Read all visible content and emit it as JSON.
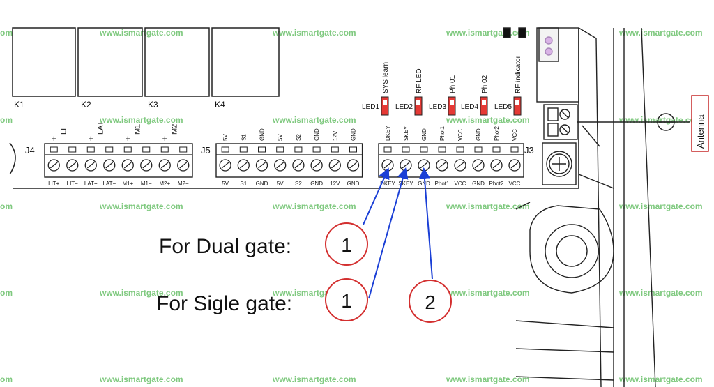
{
  "watermark": "www.ismartgate.com",
  "watermark_partial_left": "om",
  "relays": [
    "K1",
    "K2",
    "K3",
    "K4"
  ],
  "j4": {
    "label": "J4",
    "top_signs": [
      "+",
      "–",
      "+",
      "–",
      "+",
      "–",
      "+",
      "–"
    ],
    "top_names": [
      "LIT",
      "LAT",
      "M1",
      "M2"
    ],
    "bottom": [
      "LIT+",
      "LIT−",
      "LAT+",
      "LAT−",
      "M1+",
      "M1−",
      "M2+",
      "M2−"
    ]
  },
  "j5": {
    "label": "J5",
    "top": [
      "5V",
      "S1",
      "GND",
      "5V",
      "S2",
      "GND",
      "12V",
      "GND"
    ],
    "bottom": [
      "5V",
      "S1",
      "GND",
      "5V",
      "S2",
      "GND",
      "12V",
      "GND"
    ]
  },
  "j3": {
    "label": "J3",
    "top": [
      "DKEY",
      "SKEY",
      "GND",
      "Phot1",
      "VCC",
      "GND",
      "Phot2",
      "VCC"
    ],
    "bottom": [
      "DKEY",
      "SKEY",
      "GND",
      "Phot1",
      "VCC",
      "GND",
      "Phot2",
      "VCC"
    ]
  },
  "leds": [
    {
      "label": "LED1",
      "caption": "SYS learn"
    },
    {
      "label": "LED2",
      "caption": "RF LED"
    },
    {
      "label": "LED3",
      "caption": "Ph 01"
    },
    {
      "label": "LED4",
      "caption": "Ph 02"
    },
    {
      "label": "LED5",
      "caption": "RF indicator"
    }
  ],
  "antenna": "Antenna",
  "annotations": {
    "dual": {
      "label": "For Dual gate:",
      "number": "1"
    },
    "single": {
      "label": "For Sigle gate:",
      "numbers": [
        "1",
        "2"
      ]
    }
  },
  "colors": {
    "led": "#e53935",
    "circle": "#d32f2f",
    "arrow": "#1a3fd6",
    "antenna_box": "#c62828",
    "watermark": "#7fc97f"
  }
}
